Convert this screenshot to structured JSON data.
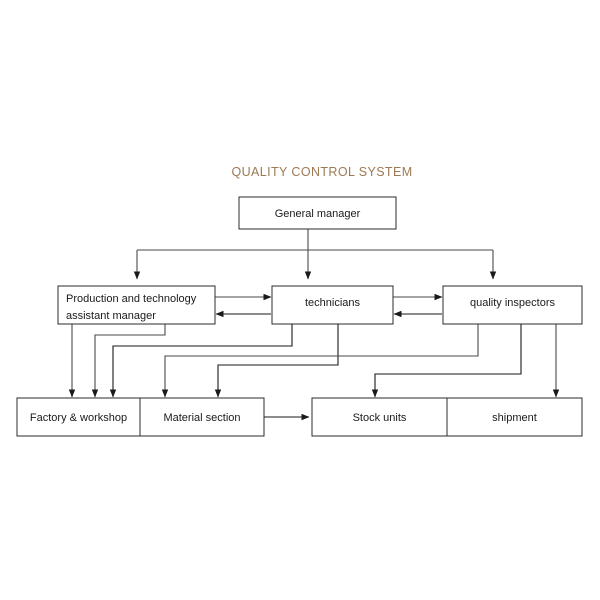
{
  "diagram": {
    "title": "QUALITY CONTROL SYSTEM",
    "title_color": "#9c7a54",
    "background_color": "#ffffff",
    "box_border_color": "#2b2b2b",
    "connector_color": "#4a4a4a",
    "type": "organizational-flowchart",
    "nodes": {
      "general_manager": {
        "label": "General   manager"
      },
      "production": {
        "line1": "Production and technology",
        "line2": "assistant manager"
      },
      "technicians": {
        "label": "technicians"
      },
      "quality_inspectors": {
        "label": "quality inspectors"
      },
      "factory": {
        "label": "Factory & workshop"
      },
      "material": {
        "label": "Material section"
      },
      "stock": {
        "label": "Stock units"
      },
      "shipment": {
        "label": "shipment"
      }
    },
    "levels": [
      {
        "name": "level-1",
        "nodes": [
          "General   manager"
        ]
      },
      {
        "name": "level-2",
        "nodes": [
          "Production and technology assistant manager",
          "technicians",
          "quality inspectors"
        ]
      },
      {
        "name": "level-3",
        "nodes": [
          "Factory & workshop",
          "Material section",
          "Stock units",
          "shipment"
        ]
      }
    ],
    "edges": [
      {
        "from": "General   manager",
        "to": "Production and technology assistant manager",
        "type": "arrow-down"
      },
      {
        "from": "General   manager",
        "to": "technicians",
        "type": "arrow-down"
      },
      {
        "from": "General   manager",
        "to": "quality inspectors",
        "type": "arrow-down"
      },
      {
        "from": "Production and technology assistant manager",
        "to": "technicians",
        "type": "arrow-right"
      },
      {
        "from": "technicians",
        "to": "Production and technology assistant manager",
        "type": "arrow-left"
      },
      {
        "from": "technicians",
        "to": "quality inspectors",
        "type": "arrow-right"
      },
      {
        "from": "quality inspectors",
        "to": "technicians",
        "type": "arrow-left"
      },
      {
        "from": "Production and technology assistant manager",
        "to": "Factory & workshop",
        "type": "arrow-down"
      },
      {
        "from": "Production and technology assistant manager",
        "to": "Material section",
        "type": "arrow-down"
      },
      {
        "from": "technicians",
        "to": "Factory & workshop",
        "type": "arrow-down"
      },
      {
        "from": "technicians",
        "to": "Material section",
        "type": "arrow-down"
      },
      {
        "from": "quality inspectors",
        "to": "Factory & workshop",
        "type": "arrow-down"
      },
      {
        "from": "quality inspectors",
        "to": "Stock units",
        "type": "arrow-down"
      },
      {
        "from": "quality inspectors",
        "to": "shipment",
        "type": "arrow-down"
      },
      {
        "from": "Material section",
        "to": "Stock units",
        "type": "arrow-right"
      }
    ]
  }
}
